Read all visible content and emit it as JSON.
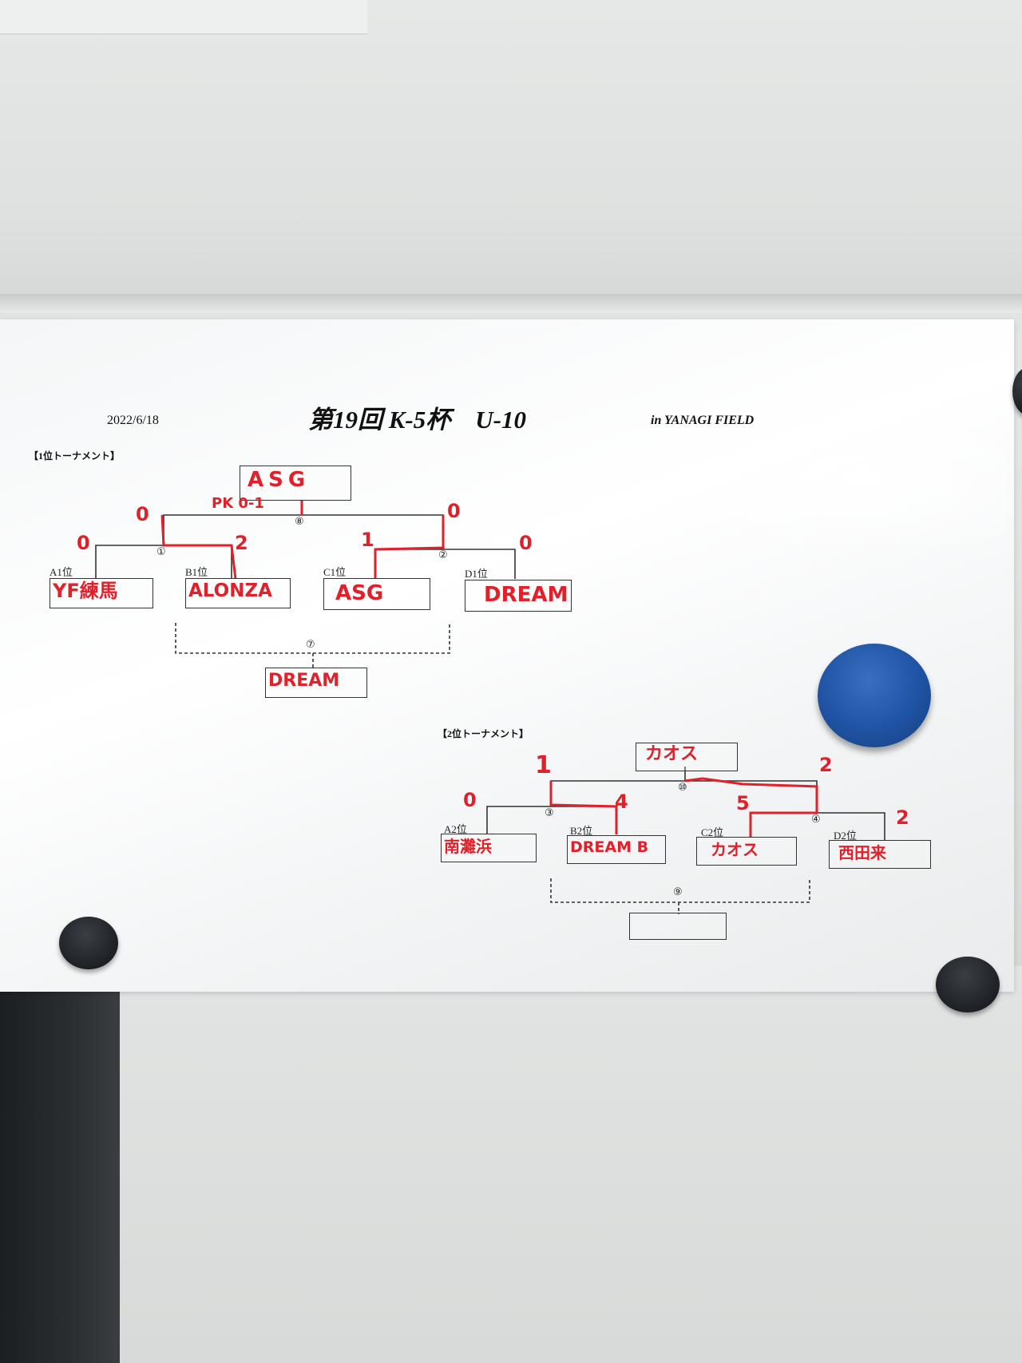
{
  "header": {
    "date": "2022/6/18",
    "title": "第19回 K-5杯　U-10",
    "venue": "in YANAGI FIELD"
  },
  "tournament1": {
    "label": "【1位トーナメント】",
    "winner": "ASG",
    "final_pk_note": "PK 0-1",
    "final_match_no": "⑧",
    "semi1_match_no": "①",
    "semi2_match_no": "②",
    "third_match_no": "⑦",
    "third_place": "DREAM",
    "slots": [
      {
        "pos": "A1位",
        "team": "YF練馬",
        "score": "0"
      },
      {
        "pos": "B1位",
        "team": "ALONZA",
        "score": "2"
      },
      {
        "pos": "C1位",
        "team": "ASG",
        "score": "1"
      },
      {
        "pos": "D1位",
        "team": "DREAM",
        "score": "0"
      }
    ],
    "final_scores": [
      "0",
      "0"
    ]
  },
  "tournament2": {
    "label": "【2位トーナメント】",
    "winner": "カオス",
    "final_match_no": "⑩",
    "semi1_match_no": "③",
    "semi2_match_no": "④",
    "third_match_no": "⑨",
    "third_place": "",
    "slots": [
      {
        "pos": "A2位",
        "team": "南灘浜",
        "score": "0"
      },
      {
        "pos": "B2位",
        "team": "DREAM B",
        "score": "4"
      },
      {
        "pos": "C2位",
        "team": "カオス",
        "score": "5"
      },
      {
        "pos": "D2位",
        "team": "西田来",
        "score": "2"
      }
    ],
    "final_scores": [
      "1",
      "2"
    ]
  },
  "colors": {
    "ink": "#333333",
    "marker": "#e1202a",
    "magnet_blue": "#1f53a3"
  }
}
